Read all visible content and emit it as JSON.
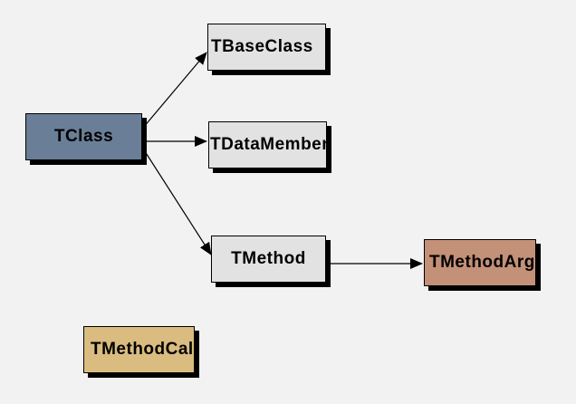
{
  "diagram": {
    "type": "class-hierarchy",
    "background_color": "#f2f2f2",
    "node_border_color": "#000000",
    "node_shadow_color": "#000000",
    "edge_color": "#000000",
    "nodes": [
      {
        "id": "tclass",
        "label": "TClass",
        "color": "#6a7f97"
      },
      {
        "id": "tbaseclass",
        "label": "TBaseClass",
        "color": "#e2e2e2"
      },
      {
        "id": "tdatamember",
        "label": "TDataMember",
        "color": "#e2e2e2"
      },
      {
        "id": "tmethod",
        "label": "TMethod",
        "color": "#e2e2e2"
      },
      {
        "id": "tmethodarg",
        "label": "TMethodArg",
        "color": "#c39078"
      },
      {
        "id": "tmethodcall",
        "label": "TMethodCall",
        "color": "#dabc80"
      }
    ],
    "edges": [
      {
        "from": "TClass",
        "to": "TBaseClass"
      },
      {
        "from": "TClass",
        "to": "TDataMember"
      },
      {
        "from": "TClass",
        "to": "TMethod"
      },
      {
        "from": "TMethod",
        "to": "TMethodArg"
      }
    ]
  }
}
